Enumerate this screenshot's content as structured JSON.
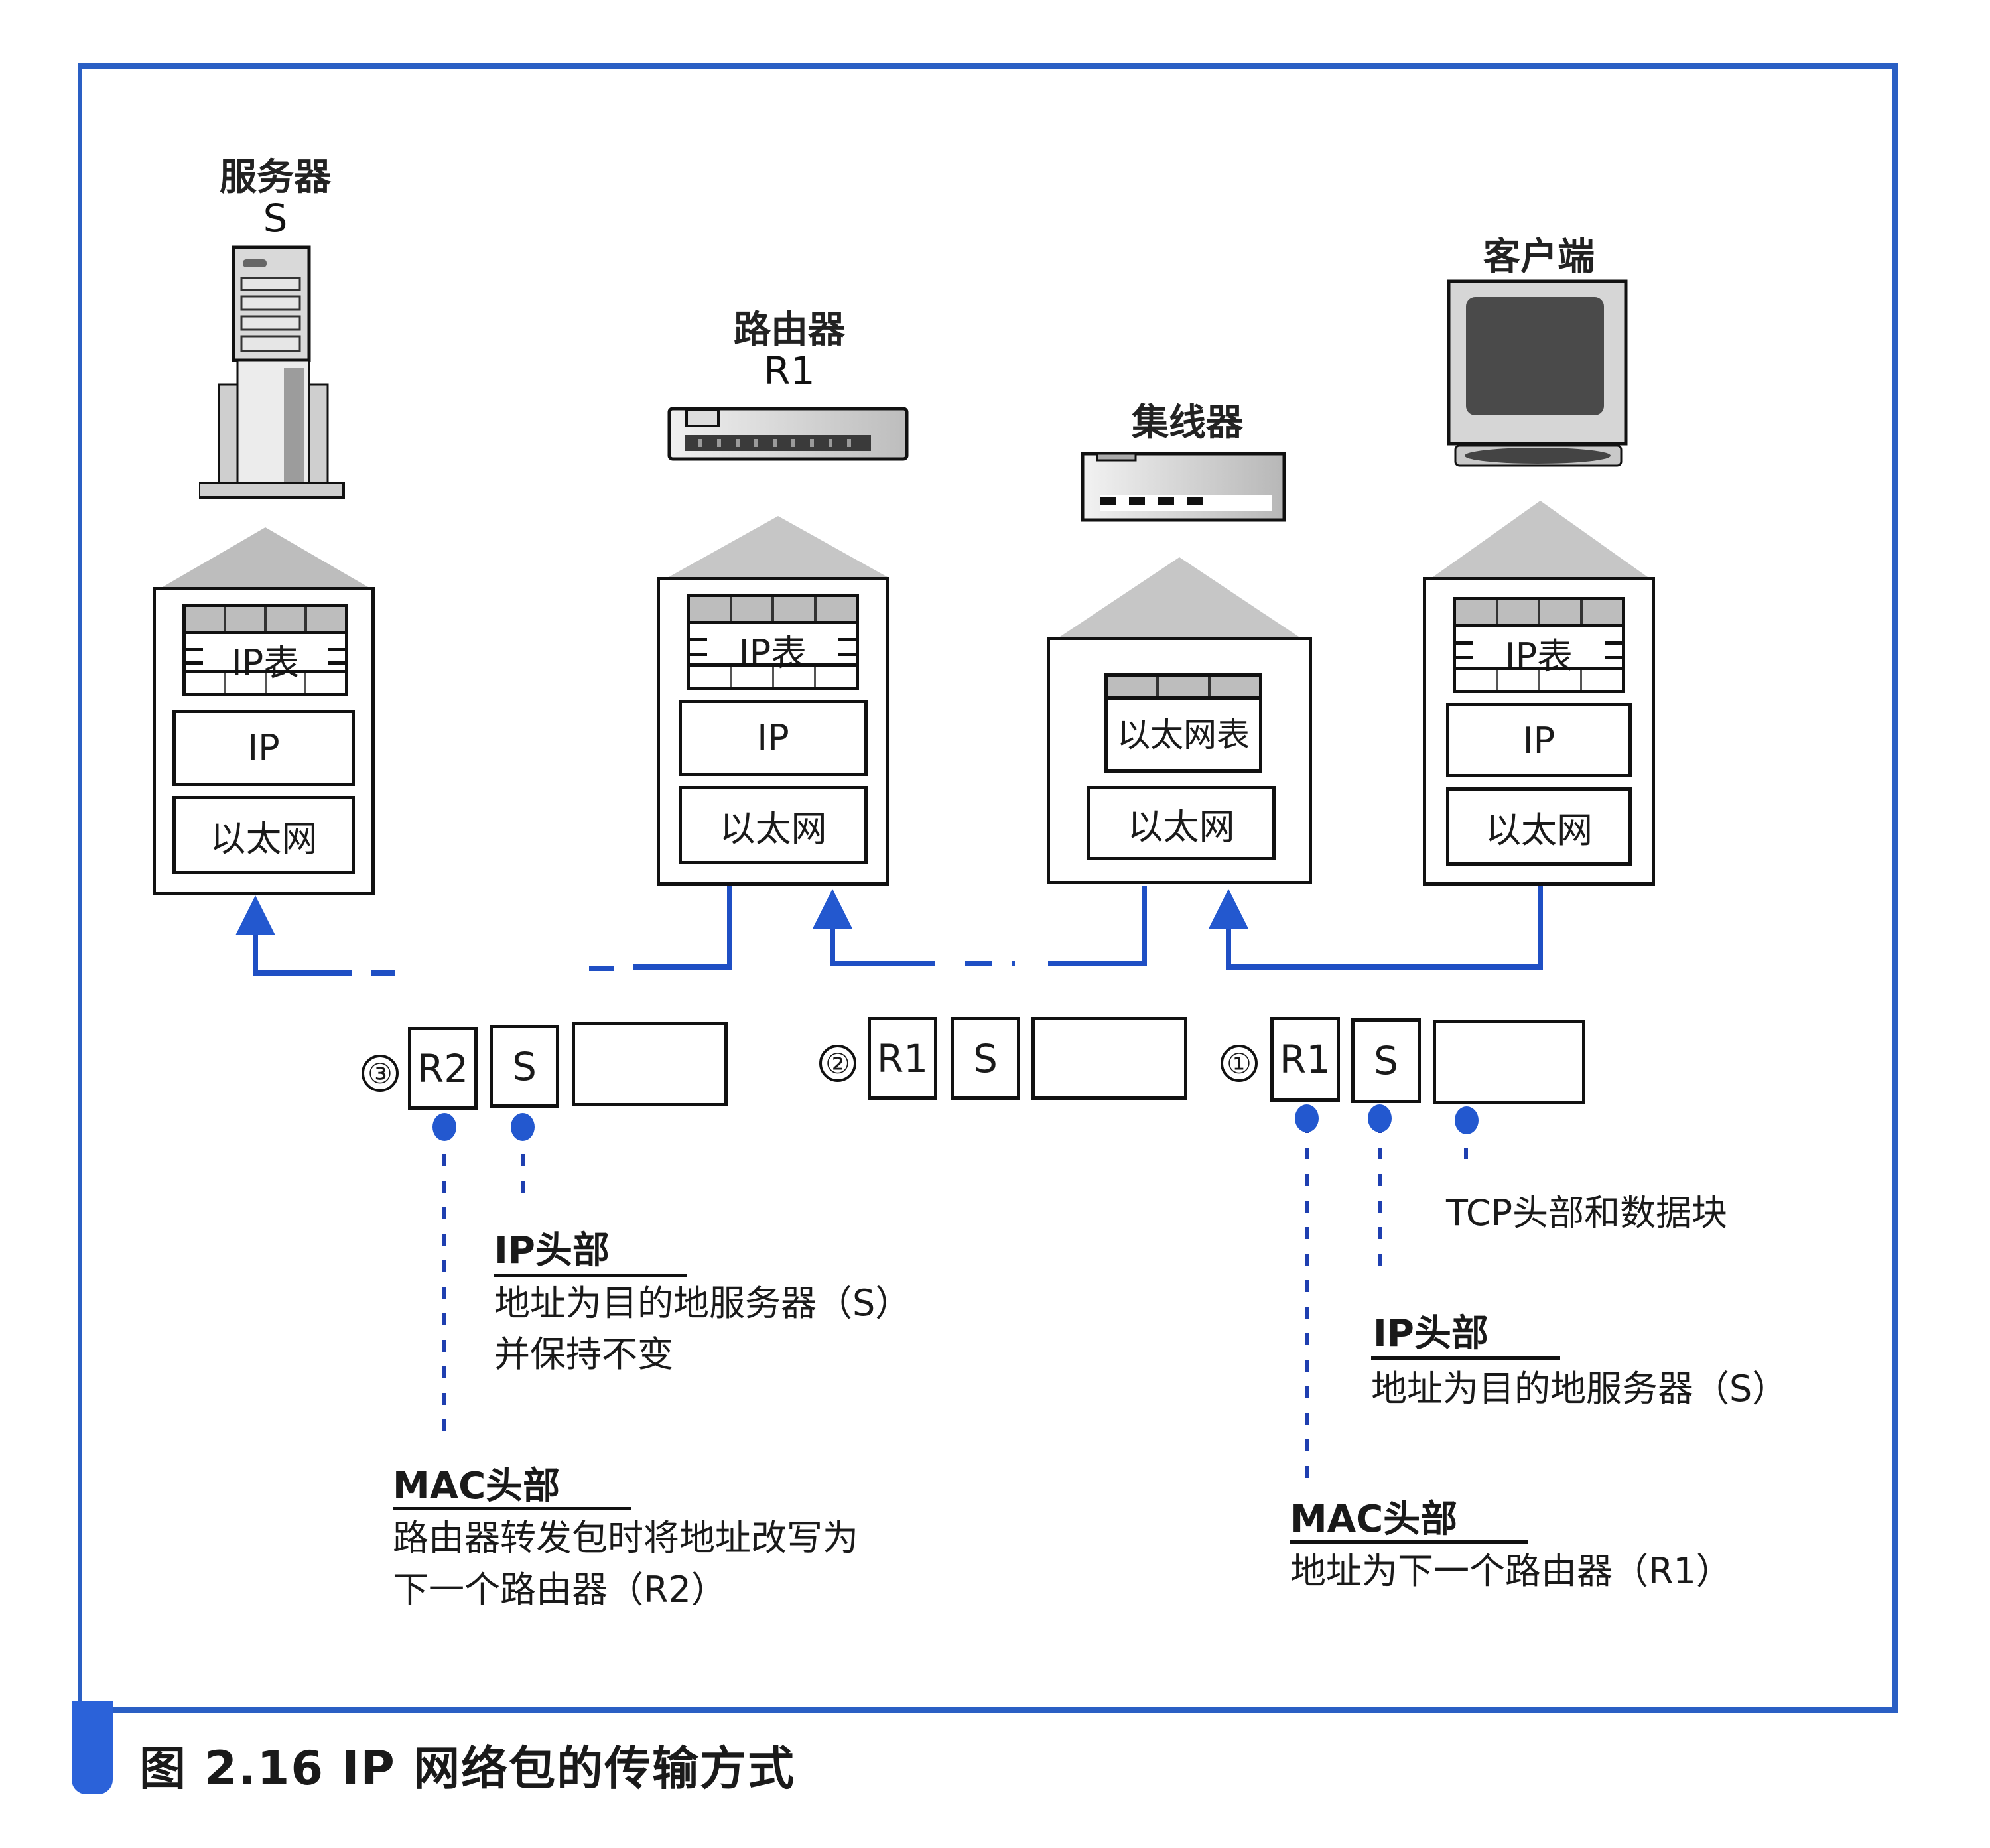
{
  "figure": {
    "caption": "图 2.16   IP 网络包的传输方式",
    "frame_color": "#2a5fc4",
    "link_color": "#1f4fc4"
  },
  "devices": {
    "server": {
      "title": "服务器",
      "name": "S",
      "layers": {
        "table": "IP表",
        "ip": "IP",
        "ethernet": "以太网"
      }
    },
    "router": {
      "title": "路由器",
      "name": "R1",
      "layers": {
        "table": "IP表",
        "ip": "IP",
        "ethernet": "以太网"
      }
    },
    "hub": {
      "title": "集线器",
      "layers": {
        "table": "以太网表",
        "ethernet": "以太网"
      }
    },
    "client": {
      "title": "客户端",
      "layers": {
        "table": "IP表",
        "ip": "IP",
        "ethernet": "以太网"
      }
    }
  },
  "packets": [
    {
      "step": "③",
      "mac": "R2",
      "ip": "S",
      "payload": ""
    },
    {
      "step": "②",
      "mac": "R1",
      "ip": "S",
      "payload": ""
    },
    {
      "step": "①",
      "mac": "R1",
      "ip": "S",
      "payload": ""
    }
  ],
  "annotations": {
    "left": {
      "ip_header": {
        "title": "IP头部",
        "lines": [
          "地址为目的地服务器（S）",
          "并保持不变"
        ]
      },
      "mac_header": {
        "title": "MAC头部",
        "lines": [
          "路由器转发包时将地址改写为",
          "下一个路由器（R2）"
        ]
      }
    },
    "right": {
      "payload": {
        "title": "TCP头部和数据块"
      },
      "ip_header": {
        "title": "IP头部",
        "lines": [
          "地址为目的地服务器（S）"
        ]
      },
      "mac_header": {
        "title": "MAC头部",
        "lines": [
          "地址为下一个路由器（R1）"
        ]
      }
    }
  }
}
